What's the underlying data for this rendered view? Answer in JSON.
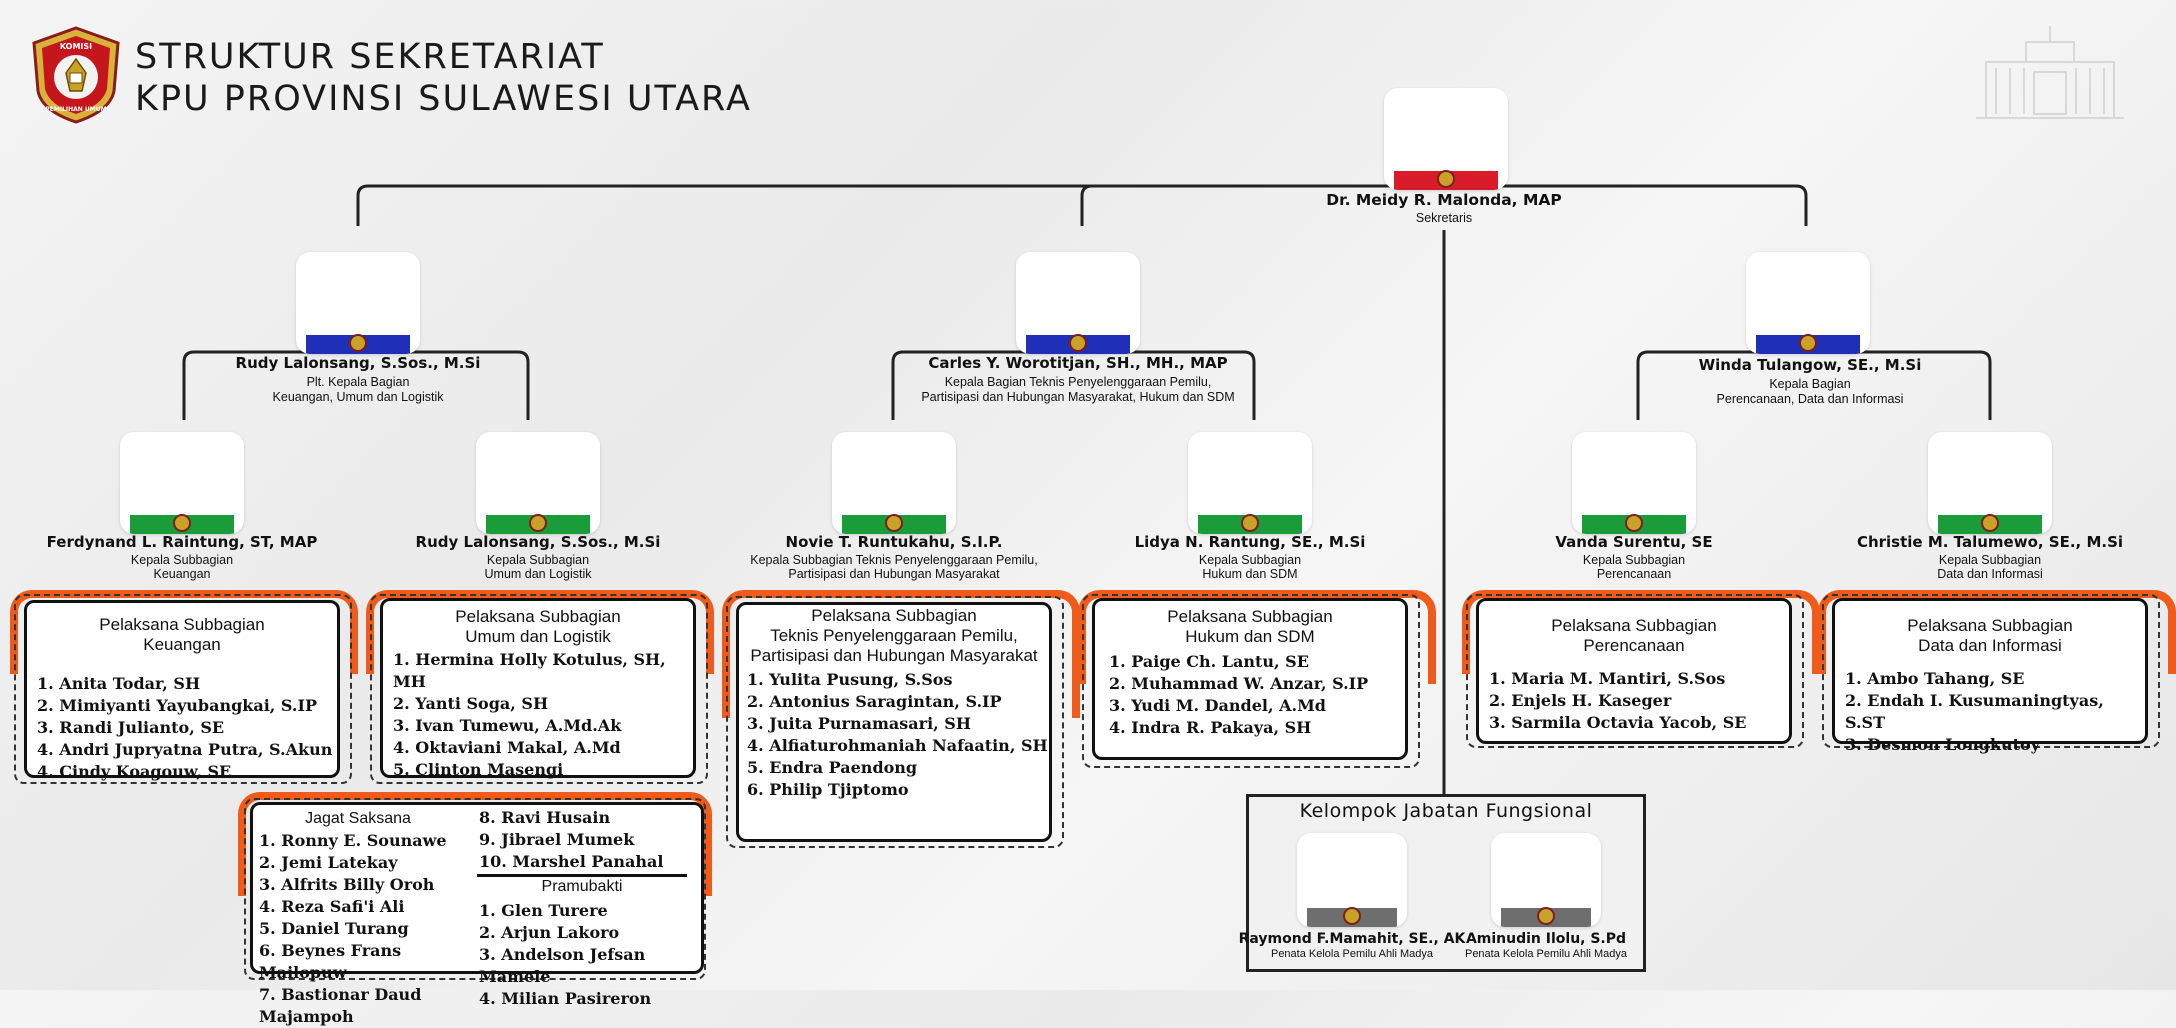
{
  "header": {
    "title_line1": "STRUKTUR SEKRETARIAT",
    "title_line2": "KPU PROVINSI SULAWESI UTARA",
    "logo_text_top": "KOMISI",
    "logo_text_bottom": "PEMILIHAN UMUM"
  },
  "colors": {
    "orange": "#f05a1a",
    "red_band": "#d91c2a",
    "blue_band": "#1f2fb8",
    "green_band": "#1a9c3a",
    "gray_band": "#6e6e6e"
  },
  "secretary": {
    "name": "Dr. Meidy R. Malonda, MAP",
    "role": "Sekretaris"
  },
  "heads": [
    {
      "name": "Rudy Lalonsang, S.Sos., M.Si",
      "role1": "Plt. Kepala Bagian",
      "role2": "Keuangan, Umum dan Logistik"
    },
    {
      "name": "Carles Y. Worotitjan, SH., MH., MAP",
      "role1": "Kepala Bagian Teknis Penyelenggaraan Pemilu,",
      "role2": "Partisipasi dan Hubungan Masyarakat, Hukum dan SDM"
    },
    {
      "name": "Winda Tulangow, SE., M.Si",
      "role1": "Kepala Bagian",
      "role2": "Perencanaan, Data dan Informasi"
    }
  ],
  "subheads": [
    {
      "name": "Ferdynand L. Raintung, ST, MAP",
      "role1": "Kepala Subbagian",
      "role2": "Keuangan"
    },
    {
      "name": "Rudy Lalonsang, S.Sos., M.Si",
      "role1": "Kepala Subbagian",
      "role2": "Umum dan Logistik"
    },
    {
      "name": "Novie T. Runtukahu, S.I.P.",
      "role1": "Kepala Subbagian  Teknis Penyelenggaraan Pemilu,",
      "role2": "Partisipasi dan Hubungan Masyarakat"
    },
    {
      "name": "Lidya N. Rantung, SE., M.Si",
      "role1": "Kepala Subbagian",
      "role2": "Hukum dan SDM"
    },
    {
      "name": "Vanda Surentu, SE",
      "role1": "Kepala Subbagian",
      "role2": "Perencanaan"
    },
    {
      "name": "Christie M. Talumewo, SE., M.Si",
      "role1": "Kepala Subbagian",
      "role2": "Data dan Informasi"
    }
  ],
  "staff": [
    {
      "t1": "Pelaksana Subbagian",
      "t2": "Keuangan",
      "items": [
        "1. Anita Todar, SH",
        "2. Mimiyanti Yayubangkai, S.IP",
        "3. Randi Julianto, SE",
        "4. Andri Jupryatna Putra, S.Akun",
        "4. Cindy Koagouw, SE"
      ]
    },
    {
      "t1": "Pelaksana Subbagian",
      "t2": "Umum dan Logistik",
      "items": [
        "1. Hermina Holly Kotulus, SH, MH",
        "2. Yanti Soga, SH",
        "3. Ivan Tumewu, A.Md.Ak",
        "4. Oktaviani Makal, A.Md",
        "5. Clinton Masengi"
      ]
    },
    {
      "t1": "Pelaksana Subbagian",
      "t2": "Teknis Penyelenggaraan Pemilu,",
      "t3": "Partisipasi dan Hubungan Masyarakat",
      "items": [
        "1. Yulita Pusung, S.Sos",
        "2. Antonius Saragintan, S.IP",
        "3. Juita Purnamasari, SH",
        "4. Alfiaturohmaniah Nafaatin, SH",
        "5. Endra Paendong",
        "6. Philip Tjiptomo"
      ]
    },
    {
      "t1": "Pelaksana Subbagian",
      "t2": "Hukum dan SDM",
      "items": [
        "1. Paige Ch. Lantu, SE",
        "2. Muhammad W. Anzar, S.IP",
        "3. Yudi M. Dandel, A.Md",
        "4. Indra R. Pakaya, SH"
      ]
    },
    {
      "t1": "Pelaksana Subbagian",
      "t2": "Perencanaan",
      "items": [
        "1. Maria M. Mantiri, S.Sos",
        "2. Enjels H. Kaseger",
        "3. Sarmila Octavia Yacob, SE"
      ]
    },
    {
      "t1": "Pelaksana Subbagian",
      "t2": "Data dan Informasi",
      "items": [
        "1. Ambo Tahang, SE",
        "2. Endah I. Kusumaningtyas, S.ST",
        "3. Desmon Longkutoy"
      ]
    }
  ],
  "support": {
    "jagat_title": "Jagat Saksana",
    "jagat_items": [
      "1. Ronny E. Sounawe",
      "2. Jemi Latekay",
      "3. Alfrits Billy Oroh",
      "4. Reza Safi'i Ali",
      "5. Daniel Turang",
      "6. Beynes Frans Mailopuw",
      "7. Bastionar Daud Majampoh"
    ],
    "jagat_items2": [
      "8. Ravi Husain",
      "9. Jibrael Mumek",
      "10. Marshel Panahal"
    ],
    "prama_title": "Pramubakti",
    "prama_items": [
      "1. Glen Turere",
      "2. Arjun Lakoro",
      "3. Andelson Jefsan Mamele",
      "4. Milian Pasireron"
    ]
  },
  "kjf": {
    "title": "Kelompok Jabatan Fungsional",
    "members": [
      {
        "name": "Raymond F.Mamahit, SE., AK",
        "role": "Penata Kelola Pemilu Ahli Madya"
      },
      {
        "name": "Aminudin Ilolu, S.Pd",
        "role": "Penata Kelola Pemilu Ahli Madya"
      }
    ]
  }
}
